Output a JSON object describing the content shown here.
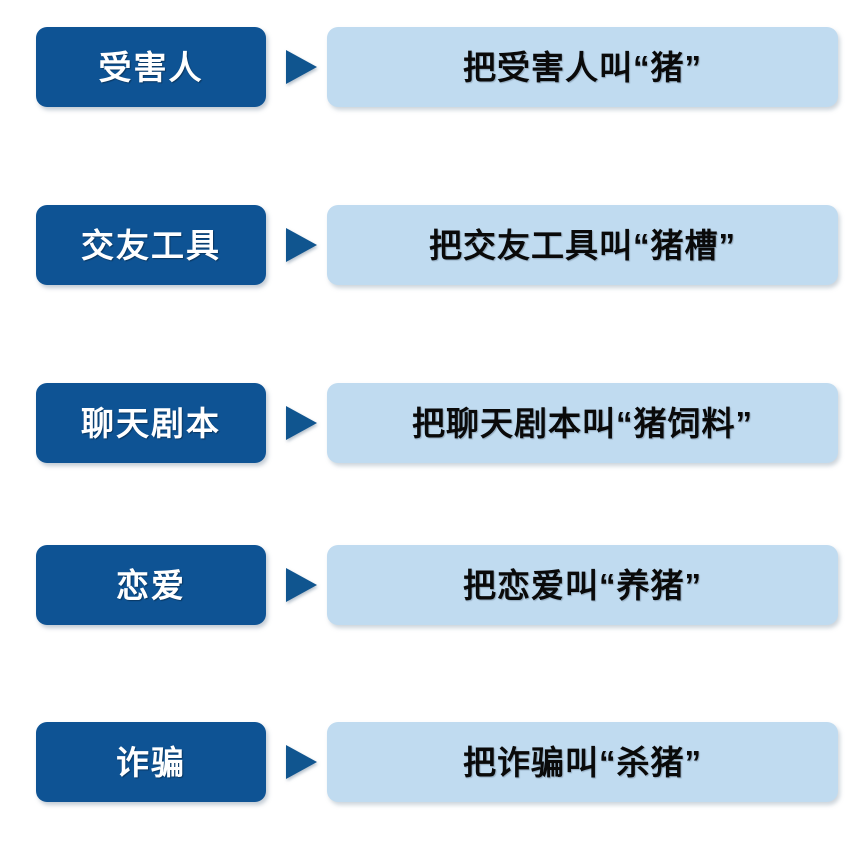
{
  "diagram": {
    "title": "",
    "type": "term-mapping-list",
    "colors": {
      "term_box_background": "#0e5394",
      "term_text": "#ffffff",
      "phrase_box_background": "#c0dbf0",
      "phrase_text": "#0a0a0a",
      "arrow": "#10558f",
      "page_background": "#ffffff"
    },
    "arrow_icon_name": "triangle-right-icon",
    "rows": [
      {
        "term": "受害人",
        "phrase": "把受害人叫“猪”",
        "arrow": "▶"
      },
      {
        "term": "交友工具",
        "phrase": "把交友工具叫“猪槽”",
        "arrow": "▶"
      },
      {
        "term": "聊天剧本",
        "phrase": "把聊天剧本叫“猪饲料”",
        "arrow": "▶"
      },
      {
        "term": "恋爱",
        "phrase": "把恋爱叫“养猪”",
        "arrow": "▶"
      },
      {
        "term": "诈骗",
        "phrase": "把诈骗叫“杀猪”",
        "arrow": "▶"
      }
    ]
  }
}
